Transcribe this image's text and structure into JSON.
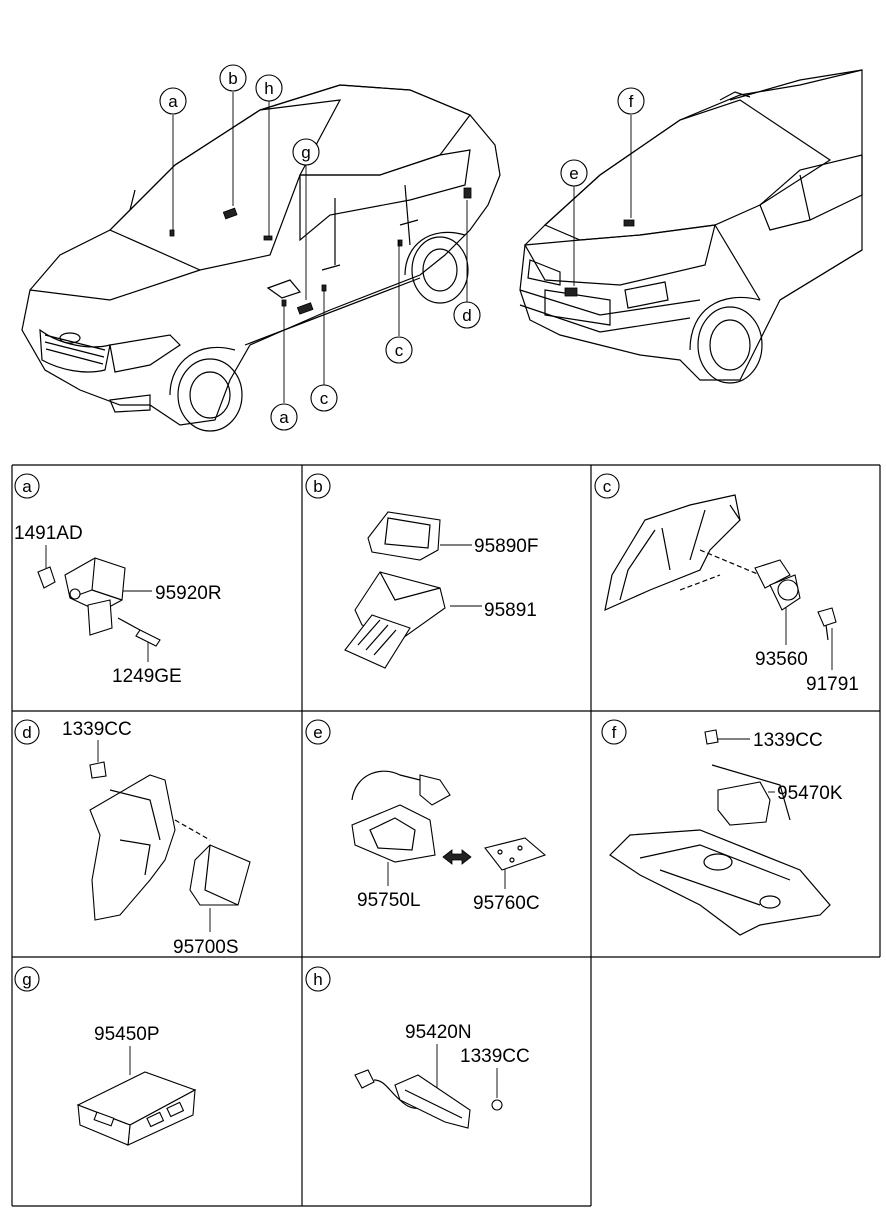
{
  "overview": {
    "callouts": {
      "a1": "a",
      "b": "b",
      "h": "h",
      "g": "g",
      "c1": "c",
      "d": "d",
      "a2": "a",
      "c2": "c",
      "f": "f",
      "e": "e"
    }
  },
  "panels": {
    "a": {
      "letter": "a",
      "parts": [
        "1491AD",
        "95920R",
        "1249GE"
      ]
    },
    "b": {
      "letter": "b",
      "parts": [
        "95890F",
        "95891"
      ]
    },
    "c": {
      "letter": "c",
      "parts": [
        "93560",
        "91791"
      ]
    },
    "d": {
      "letter": "d",
      "parts": [
        "1339CC",
        "95700S"
      ]
    },
    "e": {
      "letter": "e",
      "parts": [
        "95750L",
        "95760C"
      ]
    },
    "f": {
      "letter": "f",
      "parts": [
        "1339CC",
        "95470K"
      ]
    },
    "g": {
      "letter": "g",
      "parts": [
        "95450P"
      ]
    },
    "h": {
      "letter": "h",
      "parts": [
        "95420N",
        "1339CC"
      ]
    }
  },
  "colors": {
    "line": "#000000",
    "background": "#ffffff"
  }
}
